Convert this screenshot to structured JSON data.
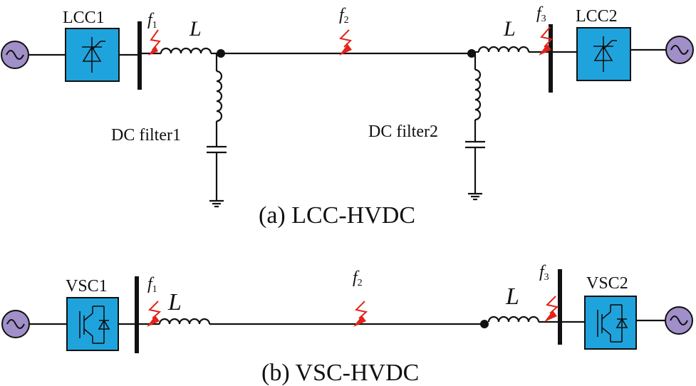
{
  "panel_a": {
    "caption": "(a) LCC-HVDC",
    "converter_left": "LCC1",
    "converter_right": "LCC2",
    "inductor_left": "L",
    "inductor_right": "L",
    "filter_left": "DC filter1",
    "filter_right": "DC filter2",
    "faults": [
      {
        "letter": "f",
        "sub": "1"
      },
      {
        "letter": "f",
        "sub": "2"
      },
      {
        "letter": "f",
        "sub": "3"
      }
    ]
  },
  "panel_b": {
    "caption": "(b) VSC-HVDC",
    "converter_left": "VSC1",
    "converter_right": "VSC2",
    "inductor_left": "L",
    "inductor_right": "L",
    "faults": [
      {
        "letter": "f",
        "sub": "1"
      },
      {
        "letter": "f",
        "sub": "2"
      },
      {
        "letter": "f",
        "sub": "3"
      }
    ]
  },
  "colors": {
    "ac_source": "#a08fc8",
    "converter": "#1fa3dd",
    "fault": "#e2231a",
    "line": "#111111"
  },
  "icons": {
    "ac_source": "sine-wave-icon",
    "lcc_converter": "thyristor-bridge-icon",
    "vsc_converter": "igbt-diode-icon",
    "fault": "lightning-fault-icon",
    "ground": "ground-icon"
  }
}
